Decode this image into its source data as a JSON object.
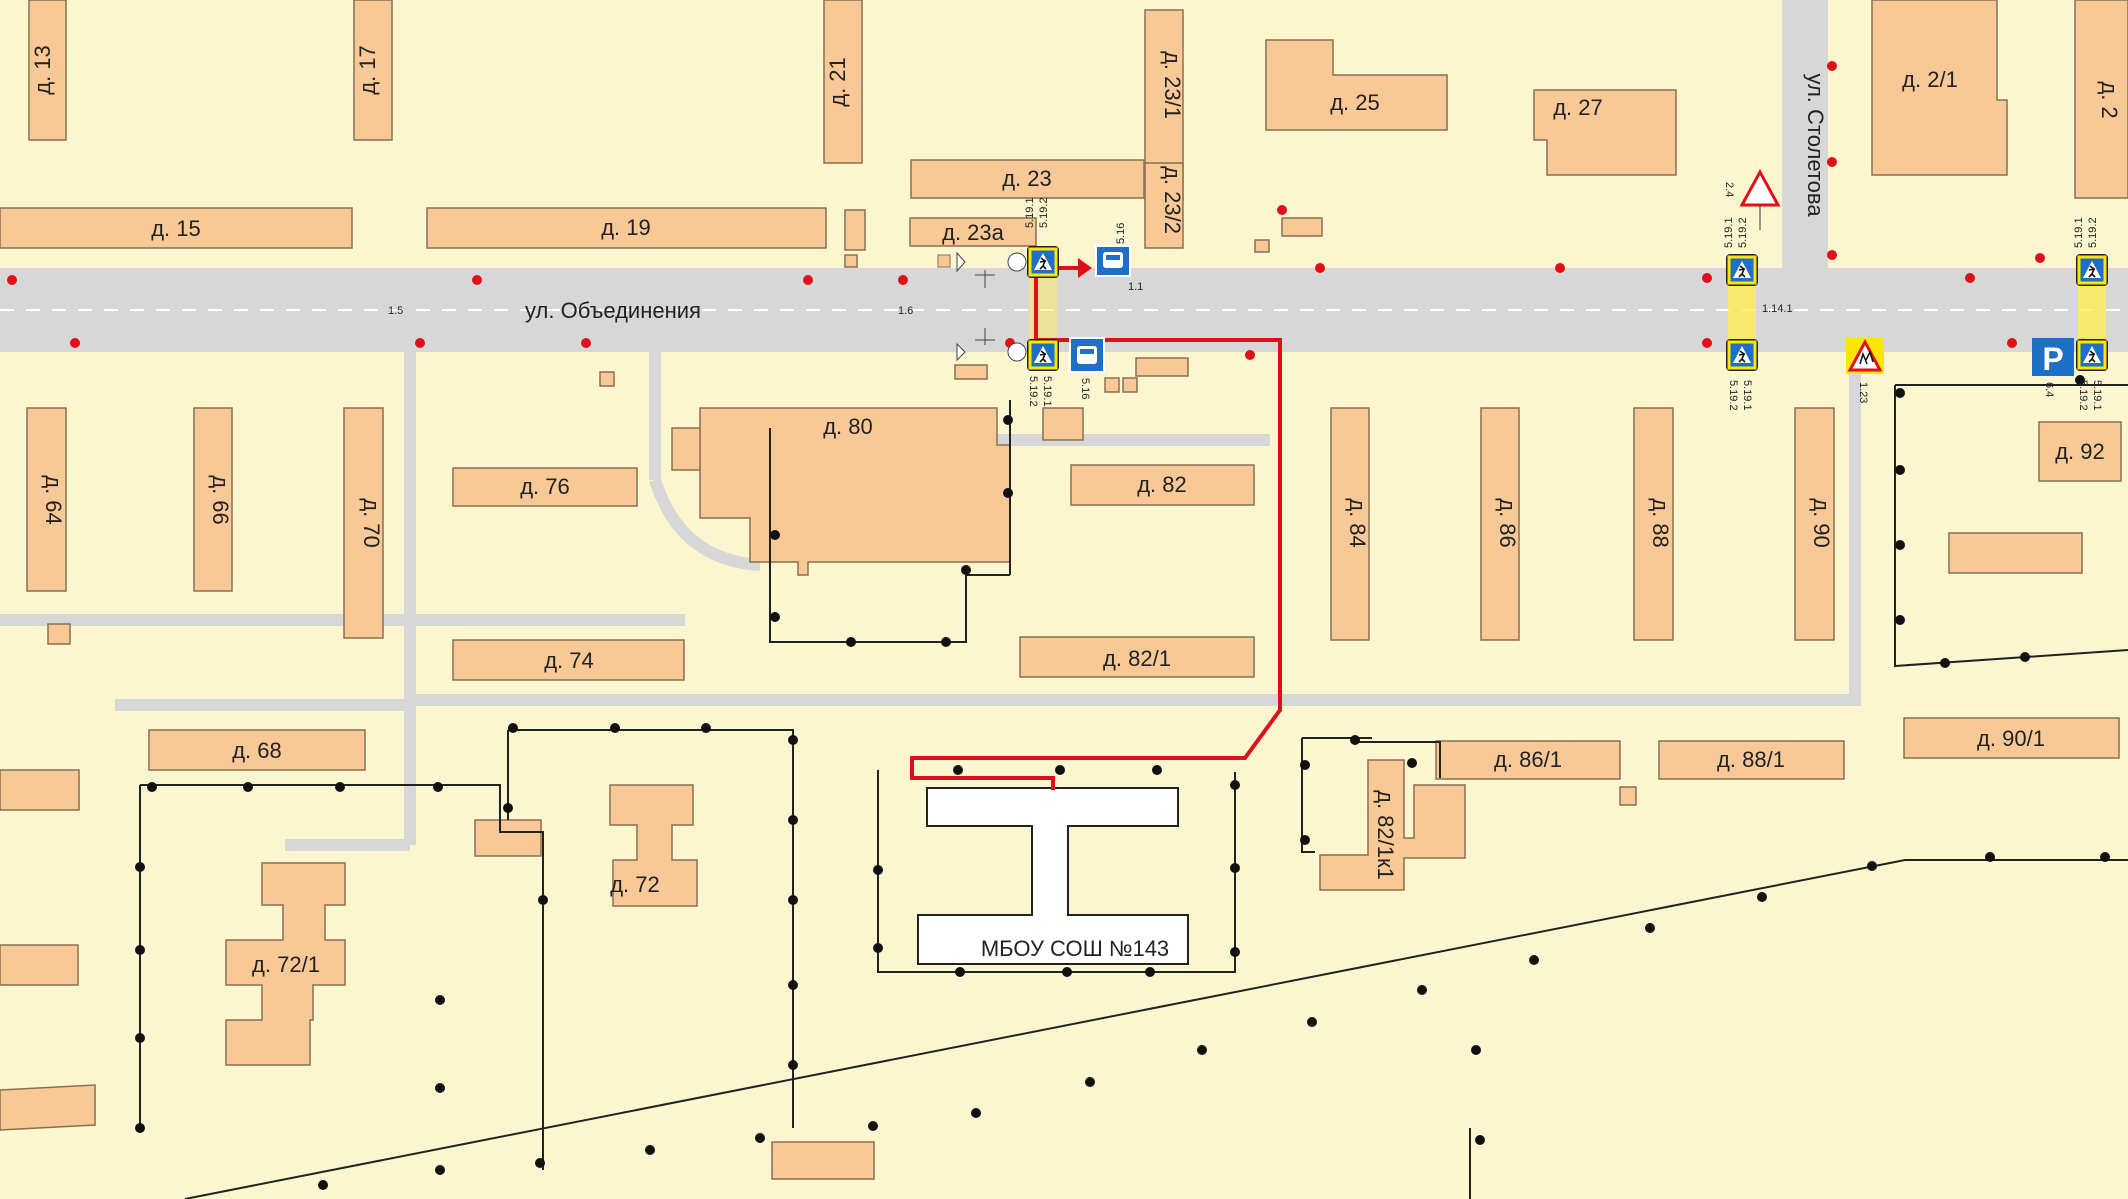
{
  "streets": {
    "main": "ул. Объединения",
    "cross": "ул. Столетова"
  },
  "buildings": {
    "b13": "д. 13",
    "b17": "д. 17",
    "b21": "д. 21",
    "b23_1": "д. 23/1",
    "b25": "д. 25",
    "b27": "д. 27",
    "b2_1": "д. 2/1",
    "b2": "д. 2",
    "b15": "д. 15",
    "b19": "д. 19",
    "b23": "д. 23",
    "b23a": "д. 23а",
    "b23_2": "д. 23/2",
    "b64": "д. 64",
    "b66": "д. 66",
    "b70": "д. 70",
    "b76": "д. 76",
    "b80": "д. 80",
    "b82": "д. 82",
    "b84": "д. 84",
    "b86": "д. 86",
    "b88": "д. 88",
    "b90": "д. 90",
    "b92": "д. 92",
    "b74": "д. 74",
    "b82_1": "д. 82/1",
    "b68": "д. 68",
    "b72": "д. 72",
    "b72_1": "д. 72/1",
    "b86_1": "д. 86/1",
    "b88_1": "д. 88/1",
    "b90_1": "д. 90/1",
    "b82_1k1": "д. 82/1к1",
    "school": "МБОУ СОШ №143"
  },
  "sign_codes": {
    "s5191": "5.19.1",
    "s5192": "5.19.2",
    "s516": "5.16",
    "s24": "2.4",
    "s123": "1.23",
    "s64": "6.4",
    "m11": "1.1",
    "m15": "1.5",
    "m16": "1.6",
    "m1141": "1.14.1"
  },
  "icons": {
    "crosswalk": "pedestrian-crossing-sign-icon",
    "bus": "bus-stop-sign-icon",
    "children": "children-warning-sign-icon",
    "yield": "yield-sign-icon",
    "parking": "parking-sign-icon",
    "parking_letter": "P",
    "traffic_light": "traffic-light-icon"
  },
  "colors": {
    "background": "#fbf6d0",
    "building": "#f8c896",
    "road": "#d7d7d7",
    "route": "#e0101a",
    "sign_blue": "#1e6fc8",
    "sign_yellow": "#ffe600",
    "crosswalk_stripe": "#ffee55"
  }
}
